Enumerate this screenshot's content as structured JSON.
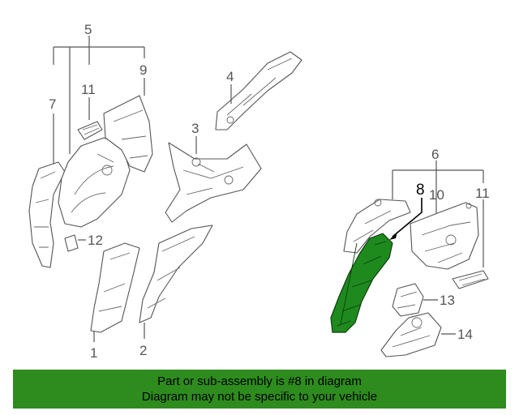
{
  "callouts": {
    "c1": "1",
    "c2": "2",
    "c3": "3",
    "c4": "4",
    "c5": "5",
    "c6": "6",
    "c7": "7",
    "c8": "8",
    "c9": "9",
    "c10": "10",
    "c11a": "11",
    "c11b": "11",
    "c12": "12",
    "c13": "13",
    "c14": "14"
  },
  "highlighted_part": "8",
  "colors": {
    "highlight_fill": "#1e8a1e",
    "banner": "#2e8b1e"
  },
  "footer": {
    "line1": "Part or sub-assembly is #8 in diagram",
    "line2": "Diagram may not be specific to your vehicle"
  }
}
